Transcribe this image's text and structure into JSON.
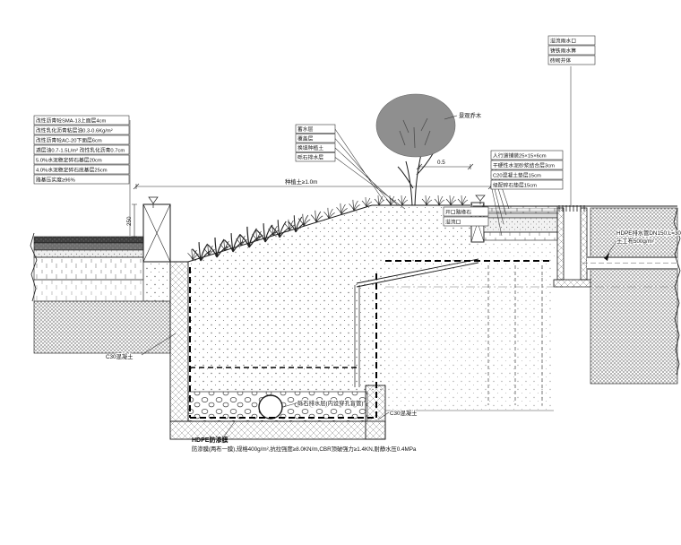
{
  "drawing": {
    "left_stack": [
      "改性沥青砼SMA-13上面层4cm",
      "改性乳化沥青粘层油0.3-0.6Kg/m²",
      "改性沥青砼AC-20下面层6cm",
      "透层油0.7-1.5L/m² 改性乳化沥青0.7cm",
      "5.0%水泥稳定碎石基层20cm",
      "4.0%水泥稳定碎石底基层25cm",
      "路基压实度≥96%"
    ],
    "center_stack": [
      "蓄水层",
      "覆盖层",
      "换填种植土",
      "砾石排水层"
    ],
    "top_right_stack": [
      "溢流雨水口",
      "铸铁雨水箅",
      "砖砌井体"
    ],
    "right_stack": [
      "人行道铺装25×15×6cm",
      "干硬性水泥砂浆结合层3cm",
      "C20混凝土垫层15cm",
      "级配碎石垫层15cm"
    ],
    "curb_stack": [
      "开口路缘石",
      "溢流口"
    ],
    "tree_label": "景观乔木",
    "dims": {
      "height_250": "250",
      "width_05": "0.5",
      "soil_width": "种植土≥1.0m"
    },
    "c30_left": "C30混凝土",
    "c30_right": "C30混凝土",
    "gravel_label": "砾石排水层(内设穿孔盲管)",
    "hdpe_line1": "HDPE排水管DN150,L=30m",
    "hdpe_line2": "土工布500g/m²",
    "membrane_title": "HDPE防渗膜",
    "membrane_spec": "防渗膜(两布一膜),规格400g/m²,抗拉强度≥8.0KN/m,CBR顶破强力≥1.4KN,耐静水压0.4MPa"
  }
}
